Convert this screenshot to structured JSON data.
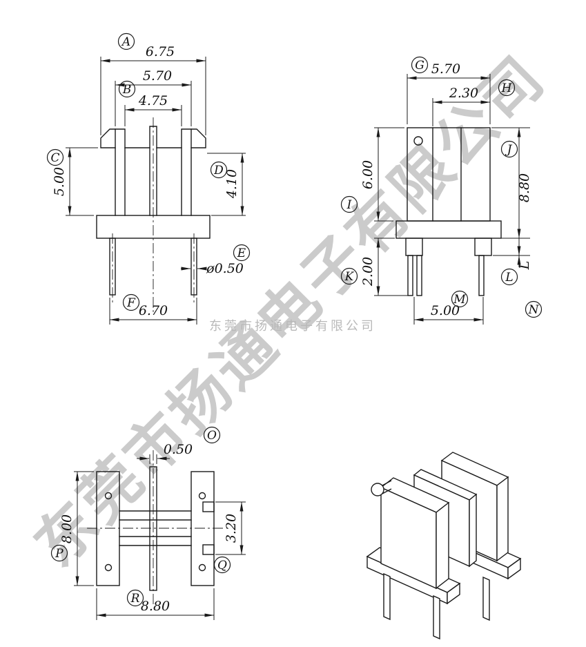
{
  "watermark": {
    "diagonal_text": "东莞市扬通电子有限公司",
    "horizontal_text": "东莞市扬通电子有限公司"
  },
  "front_view": {
    "label_a": "A",
    "dim_a": "6.75",
    "label_b": "B",
    "dim_b": "5.70",
    "dim_inner": "4.75",
    "label_c": "C",
    "dim_c": "5.00",
    "label_d": "D",
    "dim_d": "4.10",
    "label_e": "E",
    "dim_e": "ø0.50",
    "label_f": "F",
    "dim_f": "6.70"
  },
  "side_view": {
    "label_g": "G",
    "dim_g": "5.70",
    "label_h": "H",
    "dim_h": "2.30",
    "label_i": "I",
    "dim_i": "6.00",
    "label_j": "J",
    "dim_j": "8.80",
    "label_k": "K",
    "dim_k": "2.00",
    "label_l": "L",
    "dim_l": "L",
    "label_m": "M",
    "dim_m": "5.00",
    "label_n": "N"
  },
  "top_view": {
    "label_o": "O",
    "dim_o": "0.50",
    "label_p": "P",
    "dim_p": "8.00",
    "label_q": "Q",
    "dim_q": "3.20",
    "label_r": "R",
    "dim_r": "8.80"
  },
  "colors": {
    "line": "#1a1a1a",
    "watermark": "#c3c3c3"
  }
}
